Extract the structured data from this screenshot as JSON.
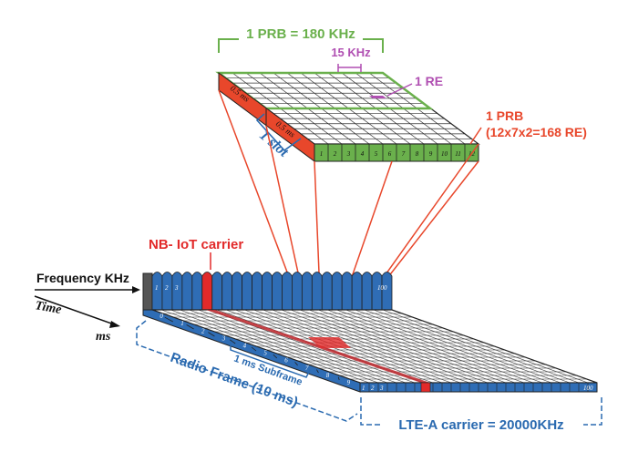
{
  "labels": {
    "prb_bandwidth": "1 PRB = 180 KHz",
    "subcarrier_spacing": "15 KHz",
    "re": "1 RE",
    "prb_title": "1 PRB",
    "prb_formula": "(12x7x2=168 RE)",
    "half_ms_a": "0.5 ms",
    "half_ms_b": "0.5 ms",
    "slot": "1 slot",
    "nbiot": "NB- IoT carrier",
    "frequency_axis": "Frequency KHz",
    "time_axis": "Time",
    "time_unit": "ms",
    "subframe": "1 ms Subframe",
    "radio_frame": "Radio Frame  (10 ms)",
    "lte_carrier": "LTE-A carrier = 20000KHz"
  },
  "prb_subcarriers": [
    "1",
    "2",
    "3",
    "4",
    "5",
    "6",
    "7",
    "8",
    "9",
    "10",
    "11",
    "12"
  ],
  "prbs_visible": [
    "1",
    "2",
    "3"
  ],
  "prb_last": "100",
  "subframes": [
    "0",
    "1",
    "2",
    "3",
    "4",
    "5",
    "6",
    "7",
    "8",
    "9"
  ],
  "colors": {
    "green": "#6ab04c",
    "orange": "#e8472b",
    "blue": "#2f6db5",
    "label_blue": "#2a6ab0",
    "magenta": "#b04fb2",
    "nbiot_red": "#e22a2a",
    "grid": "#333333"
  }
}
